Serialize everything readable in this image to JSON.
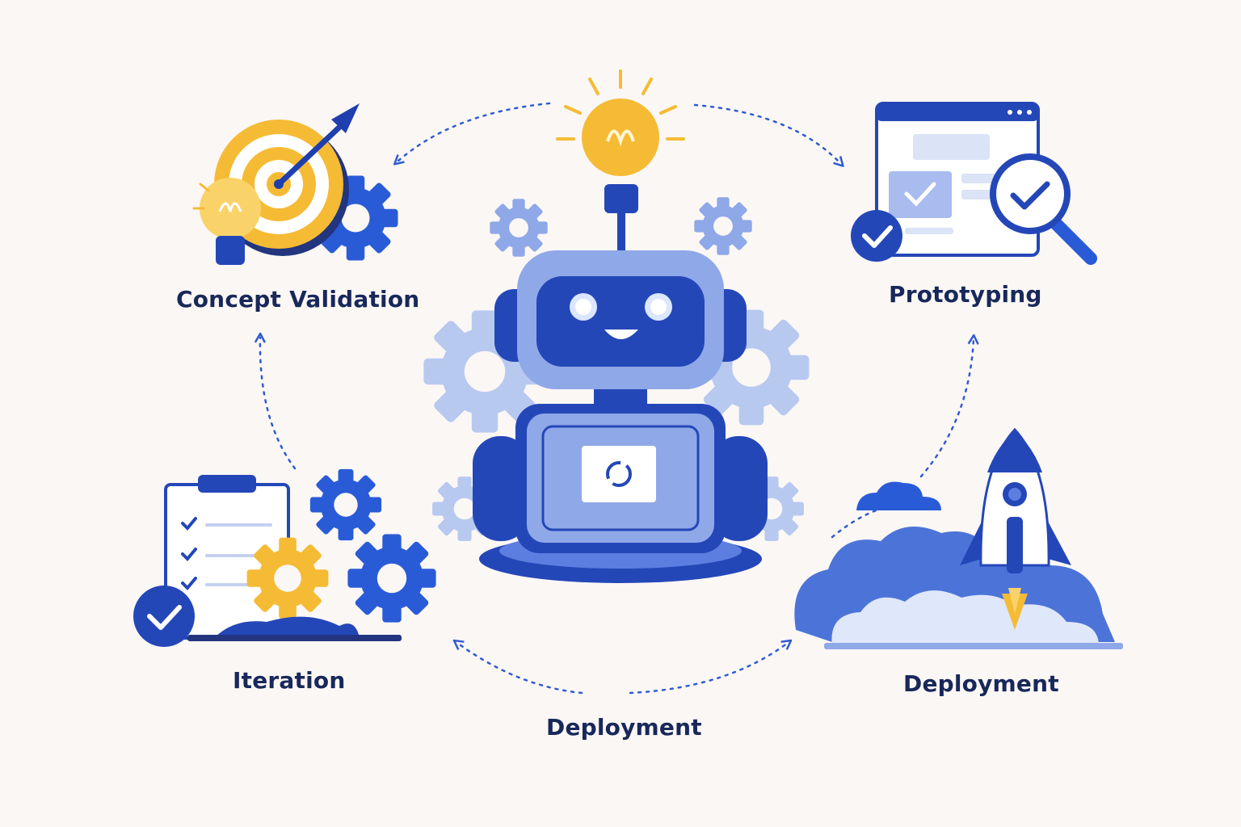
{
  "stages": {
    "concept_validation": "Concept Validation",
    "prototyping": "Prototyping",
    "iteration": "Iteration",
    "deployment_right": "Deployment",
    "deployment_bottom": "Deployment"
  },
  "icons": {
    "center": "robot-icon",
    "concept": [
      "target-icon",
      "lightbulb-icon",
      "gear-icon"
    ],
    "prototyping": [
      "browser-window-icon",
      "magnifier-check-icon",
      "check-badge-icon"
    ],
    "iteration": [
      "checklist-clipboard-icon",
      "gear-icon",
      "check-badge-icon"
    ],
    "deployment": [
      "rocket-icon",
      "cloud-icon"
    ]
  },
  "colors": {
    "primary_blue": "#2447b8",
    "light_blue": "#8fa8e8",
    "pale_blue": "#c9d6f5",
    "accent_yellow": "#f5bb35",
    "text_navy": "#18285a",
    "background": "#fbf7f5"
  }
}
